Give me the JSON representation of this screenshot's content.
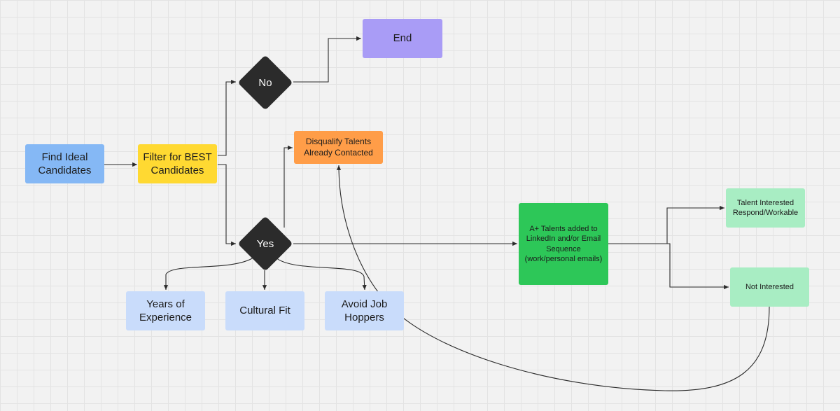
{
  "nodes": {
    "find_ideal": "Find Ideal Candidates",
    "filter_best": "Filter for BEST Candidates",
    "decision_no": "No",
    "end": "End",
    "decision_yes": "Yes",
    "disqualify": "Disqualify Talents Already Contacted",
    "years_experience": "Years of Experience",
    "cultural_fit": "Cultural Fit",
    "avoid_hoppers": "Avoid Job Hoppers",
    "a_plus": "A+ Talents added to LinkedIn and/or Email Sequence (work/personal emails)",
    "interested": "Talent Interested Respond/Workable",
    "not_interested": "Not Interested"
  },
  "colors": {
    "blue": "#85b8f5",
    "yellow": "#ffd932",
    "purple": "#a99cf6",
    "orange": "#ff9d48",
    "light_blue": "#c9dcfb",
    "green": "#2dc758",
    "light_green": "#a8edc3",
    "dark": "#2b2b2b"
  }
}
